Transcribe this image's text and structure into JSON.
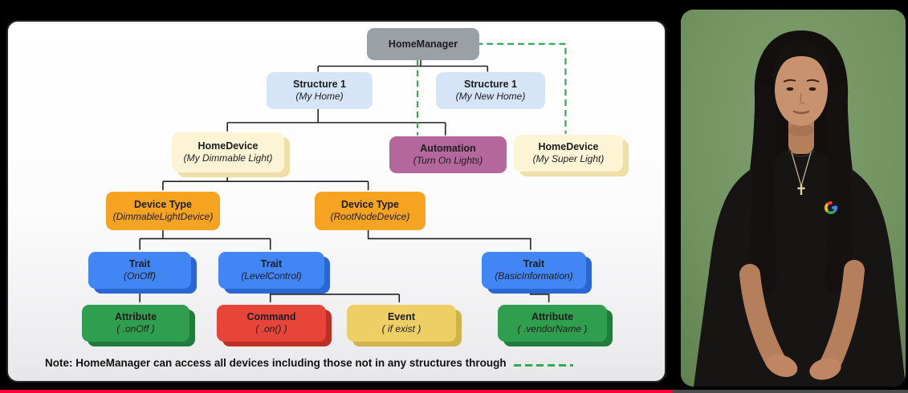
{
  "diagram": {
    "nodes": [
      {
        "title": "HomeManager",
        "subtitle": ""
      },
      {
        "title": "Structure 1",
        "subtitle": "(My Home)"
      },
      {
        "title": "Structure 1",
        "subtitle": "(My New Home)"
      },
      {
        "title": "HomeDevice",
        "subtitle": "(My Dimmable Light)"
      },
      {
        "title": "Automation",
        "subtitle": "(Turn On Lights)"
      },
      {
        "title": "HomeDevice",
        "subtitle": "(My Super Light)"
      },
      {
        "title": "Device Type",
        "subtitle": "(DimmableLightDevice)"
      },
      {
        "title": "Device Type",
        "subtitle": "(RootNodeDevice)"
      },
      {
        "title": "Trait",
        "subtitle": "(OnOff)"
      },
      {
        "title": "Trait",
        "subtitle": "(LevelControl)"
      },
      {
        "title": "Trait",
        "subtitle": "(BasicInformation)"
      },
      {
        "title": "Attribute",
        "subtitle": "( .onOff )"
      },
      {
        "title": "Command",
        "subtitle": "( .on() )"
      },
      {
        "title": "Event",
        "subtitle": "( if exist )"
      },
      {
        "title": "Attribute",
        "subtitle": "( .vendorName )"
      }
    ],
    "edges": [
      {
        "from": "HomeManager",
        "to": "Structure 1 (My Home)",
        "style": "solid"
      },
      {
        "from": "HomeManager",
        "to": "Structure 1 (My New Home)",
        "style": "solid"
      },
      {
        "from": "Structure 1 (My Home)",
        "to": "HomeDevice (My Dimmable Light)",
        "style": "solid"
      },
      {
        "from": "Structure 1 (My Home)",
        "to": "Automation (Turn On Lights)",
        "style": "solid"
      },
      {
        "from": "HomeManager",
        "to": "Automation (Turn On Lights)",
        "style": "dashed"
      },
      {
        "from": "HomeManager",
        "to": "HomeDevice (My Super Light)",
        "style": "dashed"
      },
      {
        "from": "HomeDevice (My Dimmable Light)",
        "to": "Device Type (DimmableLightDevice)",
        "style": "solid"
      },
      {
        "from": "HomeDevice (My Dimmable Light)",
        "to": "Device Type (RootNodeDevice)",
        "style": "solid"
      },
      {
        "from": "Device Type (DimmableLightDevice)",
        "to": "Trait (OnOff)",
        "style": "solid"
      },
      {
        "from": "Device Type (DimmableLightDevice)",
        "to": "Trait (LevelControl)",
        "style": "solid"
      },
      {
        "from": "Device Type (RootNodeDevice)",
        "to": "Trait (BasicInformation)",
        "style": "solid"
      },
      {
        "from": "Trait (OnOff)",
        "to": "Attribute ( .onOff )",
        "style": "solid"
      },
      {
        "from": "Trait (LevelControl)",
        "to": "Command ( .on() )",
        "style": "solid"
      },
      {
        "from": "Trait (LevelControl)",
        "to": "Event ( if exist )",
        "style": "solid"
      },
      {
        "from": "Trait (BasicInformation)",
        "to": "Attribute ( .vendorName )",
        "style": "solid"
      }
    ],
    "note": "Note: HomeManager can access all devices including those not in any structures through"
  },
  "palette": {
    "node_gray": "#9aa0a6",
    "node_light_blue": "#d6e4f7",
    "node_cream": "#fdf3d5",
    "node_purple": "#b3679a",
    "node_orange": "#f6a322",
    "node_blue": "#4285f4",
    "node_green": "#2f9e4e",
    "node_red": "#e8453a",
    "node_yellow": "#eecf66",
    "connector": "#202124",
    "dashed_accent": "#34a853",
    "panel_background": "#ffffff",
    "frame_background": "#000000",
    "presenter_background": "#72935f",
    "progress_red": "#ff0033"
  },
  "presenter": {
    "description": "Presenter with long dark hair wearing a black t-shirt with Google G logo, green backdrop"
  },
  "video": {
    "progress_percent": 74
  }
}
